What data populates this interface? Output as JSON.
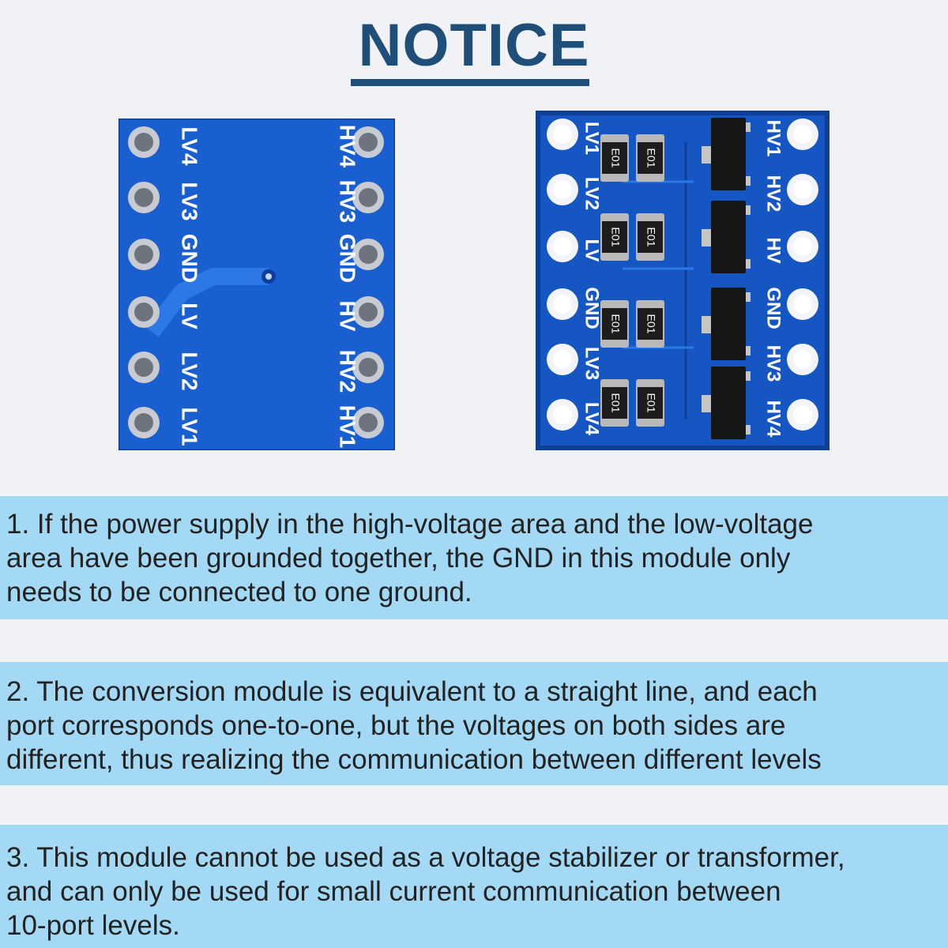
{
  "header": {
    "title": "NOTICE"
  },
  "boards": {
    "back": {
      "left_labels": [
        "LV4",
        "LV3",
        "GND",
        "LV",
        "LV2",
        "LV1"
      ],
      "right_labels": [
        "HV4",
        "HV3",
        "GND",
        "HV",
        "HV2",
        "HV1"
      ]
    },
    "front": {
      "left_labels": [
        "LV1",
        "LV2",
        "LV",
        "GND",
        "LV3",
        "LV4"
      ],
      "right_labels": [
        "HV1",
        "HV2",
        "HV",
        "GND",
        "HV3",
        "HV4"
      ],
      "resistor_marking": "E01"
    }
  },
  "notices": [
    {
      "lines": [
        "1. If the power supply in the high-voltage area and the low-voltage",
        "area have been grounded together, the GND in this module only",
        "needs to be connected to one ground."
      ]
    },
    {
      "lines": [
        "2. The conversion module is equivalent to a straight line, and each",
        "port corresponds one-to-one, but the voltages on both sides are",
        "different, thus realizing the communication between different levels"
      ]
    },
    {
      "lines": [
        "3. This module cannot be used as a voltage stabilizer or transformer,",
        "and can only be used for small current communication between",
        "10-port levels."
      ]
    }
  ],
  "colors": {
    "title": "#1f4f78",
    "pcb_blue": "#1a5fd0",
    "notice_bg": "#a3d9f5"
  }
}
